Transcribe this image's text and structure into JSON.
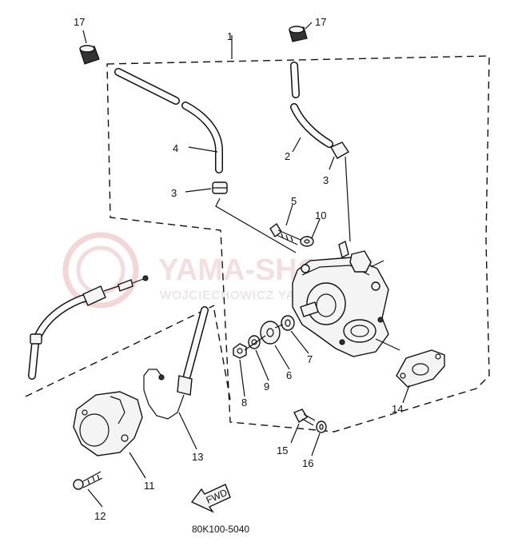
{
  "watermark": {
    "title": "YAMA-SHOP.PL",
    "subtitle": "WOJCIECHOWICZ YAMAHA"
  },
  "diagram_code": "80K100-5040",
  "fwd_label": "FWD",
  "callouts": [
    {
      "id": "c1",
      "text": "1"
    },
    {
      "id": "c2",
      "text": "2"
    },
    {
      "id": "c3a",
      "text": "3"
    },
    {
      "id": "c3b",
      "text": "3"
    },
    {
      "id": "c4",
      "text": "4"
    },
    {
      "id": "c5",
      "text": "5"
    },
    {
      "id": "c6",
      "text": "6"
    },
    {
      "id": "c7",
      "text": "7"
    },
    {
      "id": "c8",
      "text": "8"
    },
    {
      "id": "c9",
      "text": "9"
    },
    {
      "id": "c10",
      "text": "10"
    },
    {
      "id": "c11",
      "text": "11"
    },
    {
      "id": "c12",
      "text": "12"
    },
    {
      "id": "c13",
      "text": "13"
    },
    {
      "id": "c14",
      "text": "14"
    },
    {
      "id": "c15",
      "text": "15"
    },
    {
      "id": "c16",
      "text": "16"
    },
    {
      "id": "c17a",
      "text": "17"
    },
    {
      "id": "c17b",
      "text": "17"
    }
  ]
}
